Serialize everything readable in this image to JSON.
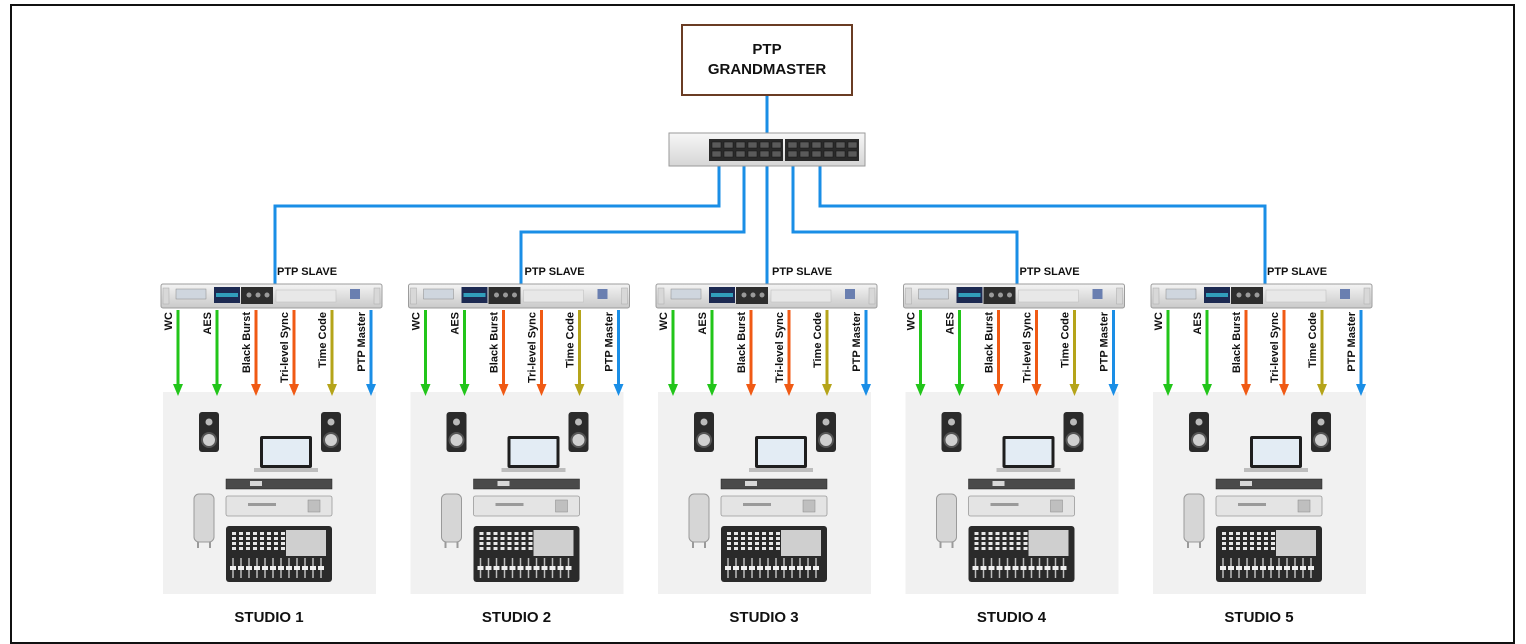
{
  "grandmaster": {
    "line1": "PTP",
    "line2": "GRANDMASTER"
  },
  "slave_label": "PTP SLAVE",
  "signals": [
    {
      "label": "WC",
      "color": "#22c51a"
    },
    {
      "label": "AES",
      "color": "#22c51a"
    },
    {
      "label": "Black Burst",
      "color": "#f05a14"
    },
    {
      "label": "Tri-level Sync",
      "color": "#f05a14"
    },
    {
      "label": "Time Code",
      "color": "#b5a41a"
    },
    {
      "label": "PTP Master",
      "color": "#1a8ee6"
    }
  ],
  "studios": [
    {
      "name": "STUDIO 1"
    },
    {
      "name": "STUDIO 2"
    },
    {
      "name": "STUDIO 3"
    },
    {
      "name": "STUDIO 4"
    },
    {
      "name": "STUDIO 5"
    }
  ],
  "colors": {
    "network": "#1a8ee6",
    "frame": "#111111",
    "grandmaster_border": "#6a3c24",
    "studio_bg": "#f1f1f1"
  }
}
